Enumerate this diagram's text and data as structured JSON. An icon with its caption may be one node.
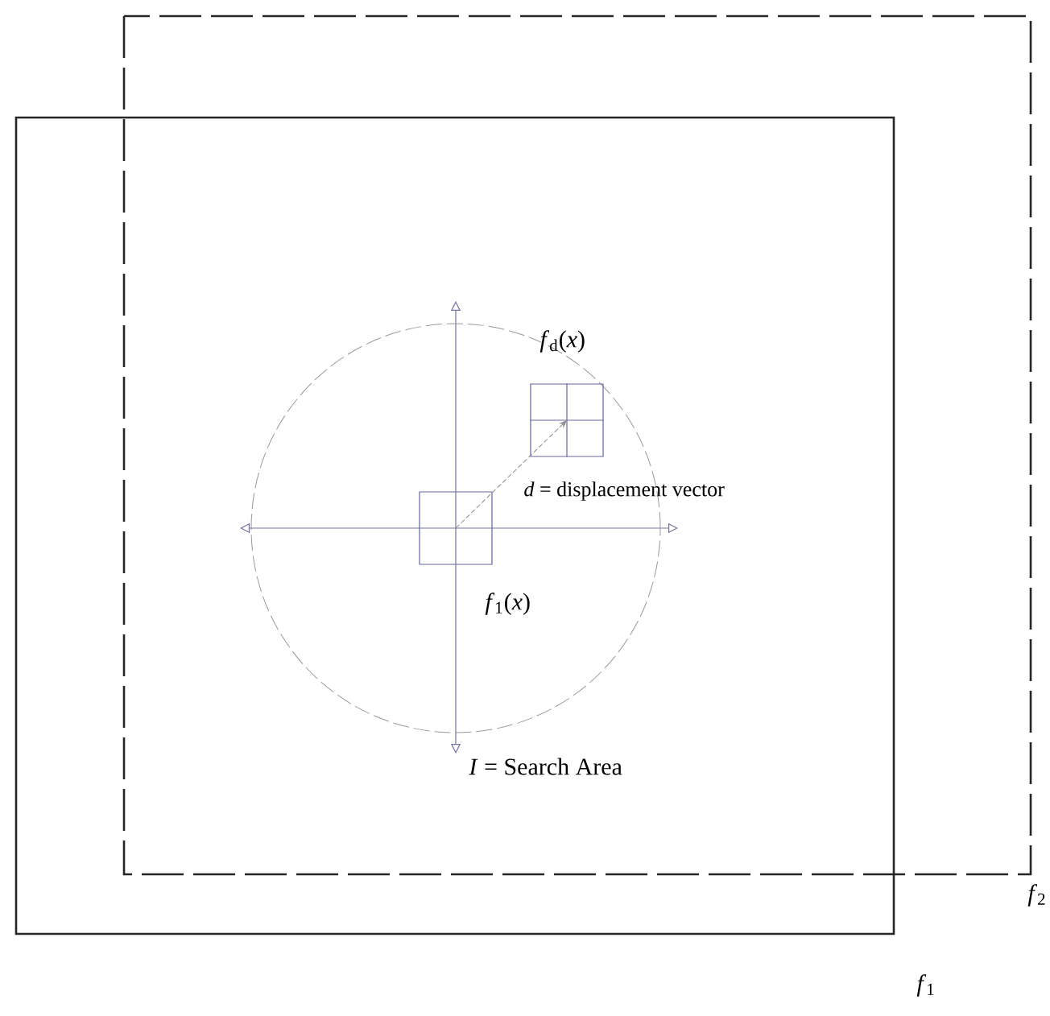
{
  "diagram": {
    "nodes": [
      {
        "text": [],
        "shape": "circle"
      },
      {
        "text": [],
        "shape": "box",
        "in": 0
      },
      {
        "text": [],
        "shape": "box",
        "in": 0
      }
    ],
    "edges": [
      {
        "from": 1,
        "to": 2,
        "arrow": "to",
        "style": "dashed",
        "label": "*d* = displacement vector"
      }
    ],
    "labels": [
      "*f*$_{d}$(*x*)",
      "*f*$_{1}$(*x*)",
      "*I* = Search Area",
      "*f*$_{2}$",
      "*f*$_{1}$"
    ]
  }
}
